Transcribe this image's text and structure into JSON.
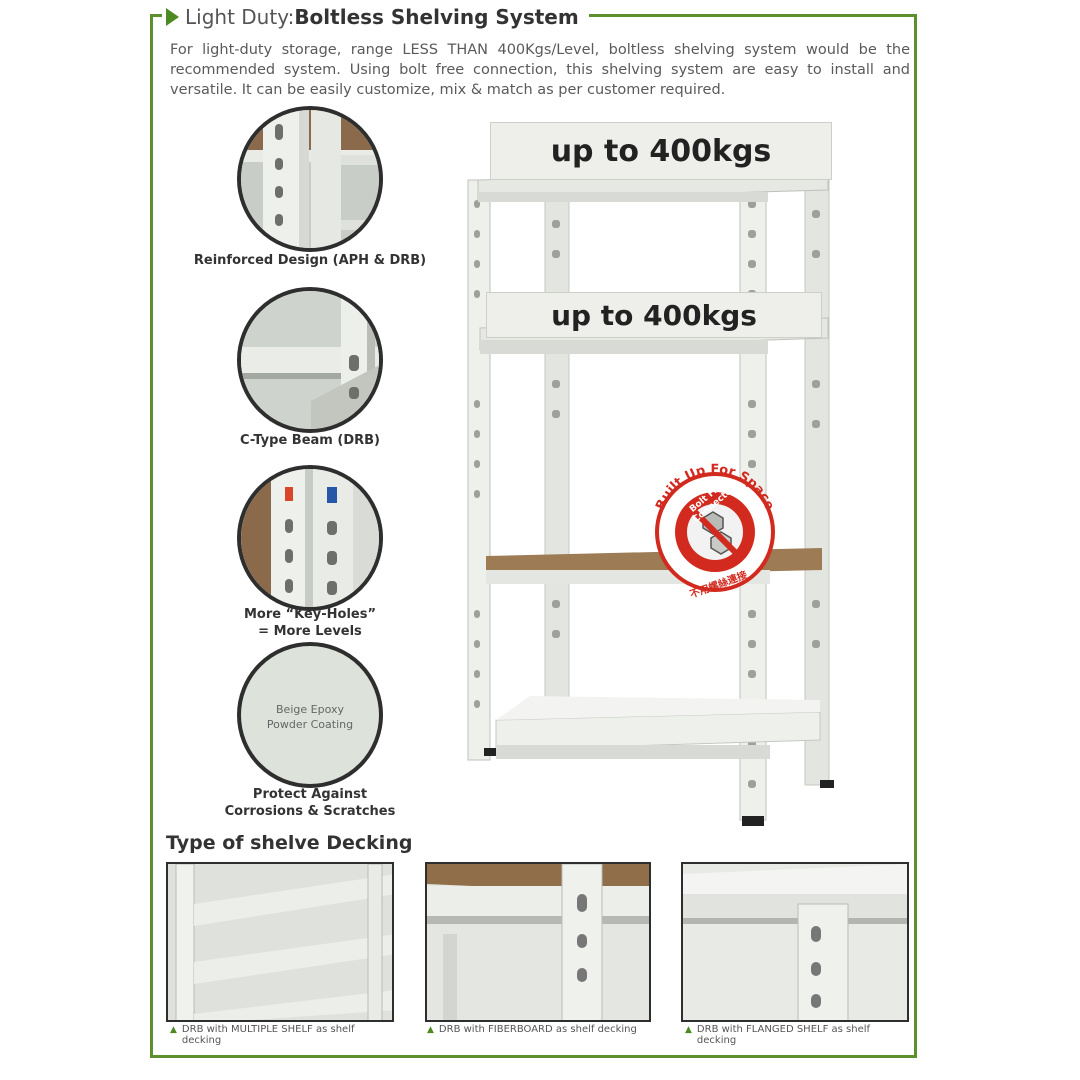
{
  "header": {
    "title_prefix": "Light Duty: ",
    "title_main": "Boltless Shelving System",
    "icon": "play-arrow-icon",
    "accent": "#5d8f2c"
  },
  "intro": "For light-duty storage, range LESS THAN 400Kgs/Level, boltless shelving system would be the recommended system. Using bolt free connection, this shelving system are easy to install and versatile. It can be easily customize, mix & match as per customer required.",
  "features": [
    {
      "label": "Reinforced Design (APH & DRB)"
    },
    {
      "label": "C-Type Beam (DRB)"
    },
    {
      "label_line1": "More “Key-Holes”",
      "label_line2": "= More Levels"
    },
    {
      "coating_line1": "Beige Epoxy",
      "coating_line2": "Powder Coating",
      "label_line1": "Protect Against",
      "label_line2": "Corrosions & Scratches"
    }
  ],
  "product": {
    "sign_top": "up to 400kgs",
    "sign_middle": "up to 400kgs",
    "stamp_arc": "Built Up For Space",
    "stamp_inner": "Bolt Free Connected",
    "stamp_chinese": "不用螺絲連接"
  },
  "decking": {
    "title": "Type of shelve Decking",
    "items": [
      {
        "line1": "DRB with MULTIPLE SHELF as shelf",
        "line2": "decking"
      },
      {
        "line1": "DRB with FIBERBOARD as shelf decking",
        "line2": ""
      },
      {
        "line1": "DRB with FLANGED SHELF as shelf",
        "line2": "decking"
      }
    ]
  }
}
